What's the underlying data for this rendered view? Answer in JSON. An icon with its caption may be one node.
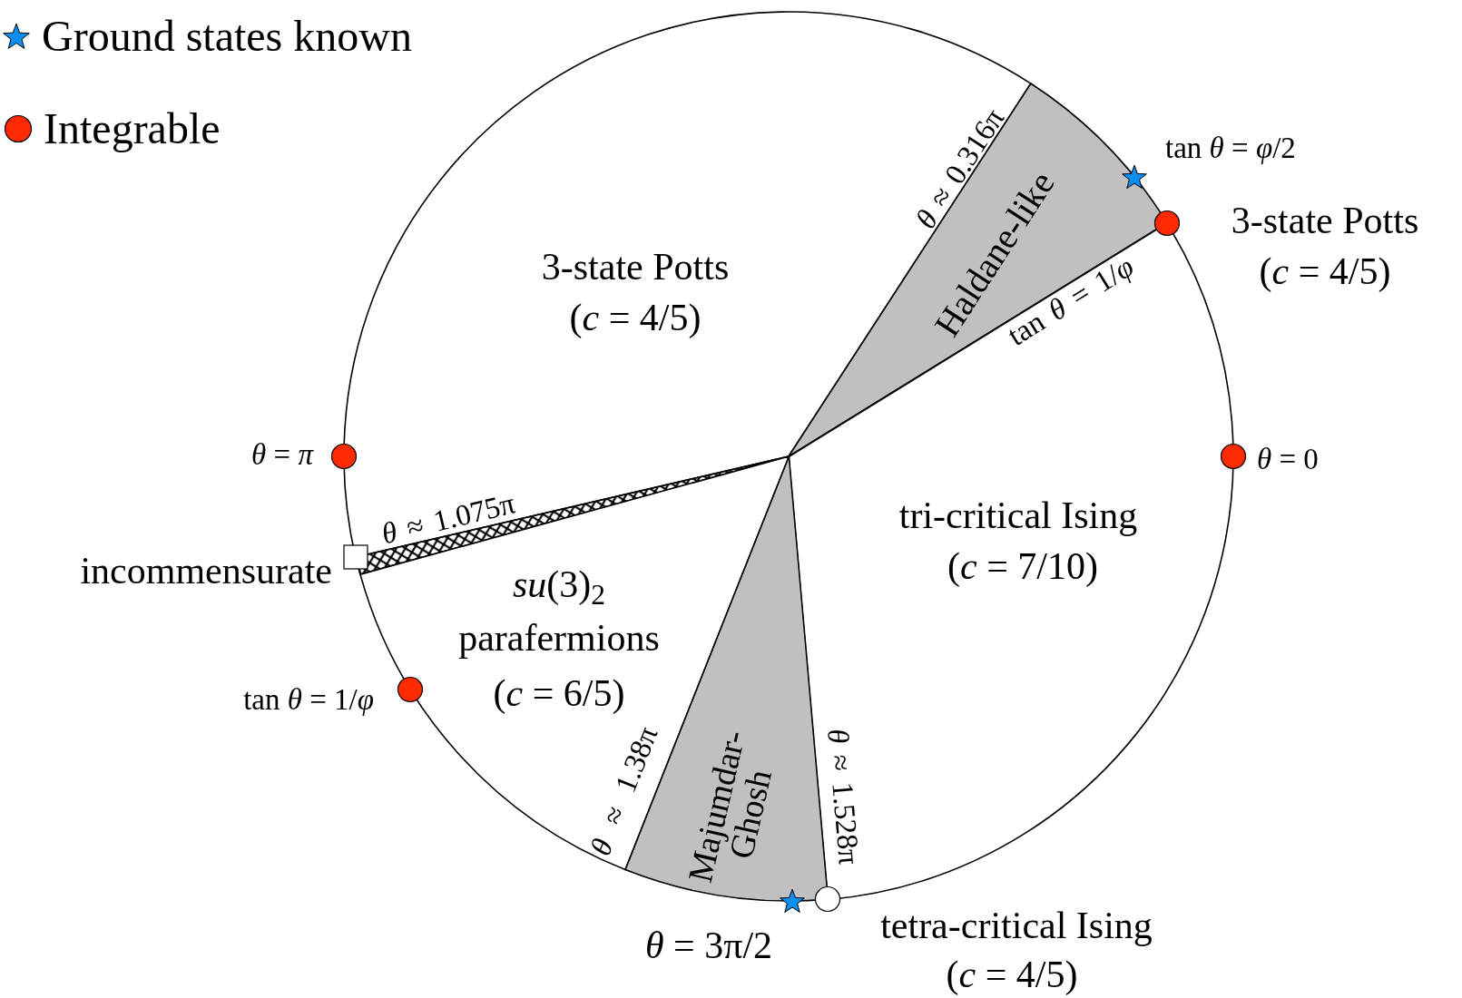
{
  "diagram": {
    "nodes": [
      {
        "text": [],
        "shape": "circle"
      },
      {
        "text": [
          "3-state Potts",
          "(*c* = 4/5)"
        ],
        "in": 0
      },
      {
        "text": [
          "Haldane-like"
        ],
        "in": 0
      },
      {
        "text": [
          "tri-critical Ising",
          "(*c* = 7/10)"
        ],
        "in": 0
      },
      {
        "text": [],
        "shape": "wedge",
        "in": 0
      },
      {
        "text": [
          "*su*(3)$_{2}$",
          "parafermions",
          "(*c* = 6/5)"
        ],
        "in": 0
      },
      {
        "text": [
          "Majumdar-Ghosh"
        ],
        "in": 0
      }
    ],
    "edges": [],
    "labels": [
      "tan *θ* = *φ*/2",
      "*θ* ≈ 0.316π",
      "3-state Potts",
      "(*c* = 4/5)",
      "tan *θ* = 1/*φ*",
      "*θ* = *π*",
      "*θ* = 0",
      "*θ* ≈ 1.075π",
      "incommensurate",
      "tan *θ* = 1/*φ*",
      "*θ* ≈ 1.38π",
      "*θ* ≈ 1.528π",
      "*θ* = 3π/2",
      "tetra-critical Ising",
      "(*c* = 4/5)"
    ],
    "legend": [
      {
        "text": "Ground states known"
      },
      {
        "text": "Integrable"
      }
    ]
  }
}
